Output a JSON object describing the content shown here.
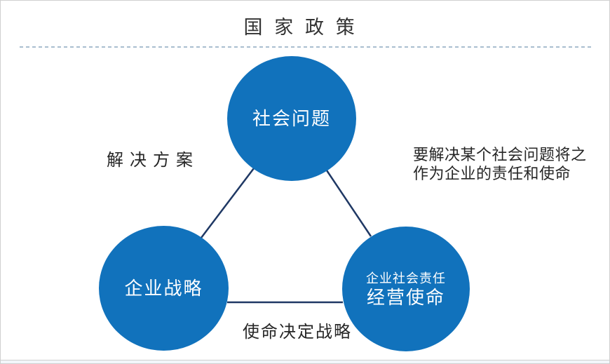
{
  "slide": {
    "title": "国家政策"
  },
  "diagram": {
    "nodes": [
      {
        "id": "social-problem",
        "label": "社会问题"
      },
      {
        "id": "corporate-strategy",
        "label": "企业战略"
      },
      {
        "id": "business-mission",
        "label_line1": "企业社会责任",
        "label_line2": "经营使命"
      }
    ],
    "annotations": {
      "left_label": "解决方案",
      "right_note_line1": "要解决某个社会问题将之",
      "right_note_line2": "作为企业的责任和使命",
      "bottom_label": "使命决定战略"
    },
    "colors": {
      "node_fill": "#1172BC",
      "node_text": "#FFFFFF",
      "connector": "#1F3864",
      "divider_dash": "#A9BECF",
      "body_text": "#262626",
      "title_text": "#333333"
    }
  }
}
